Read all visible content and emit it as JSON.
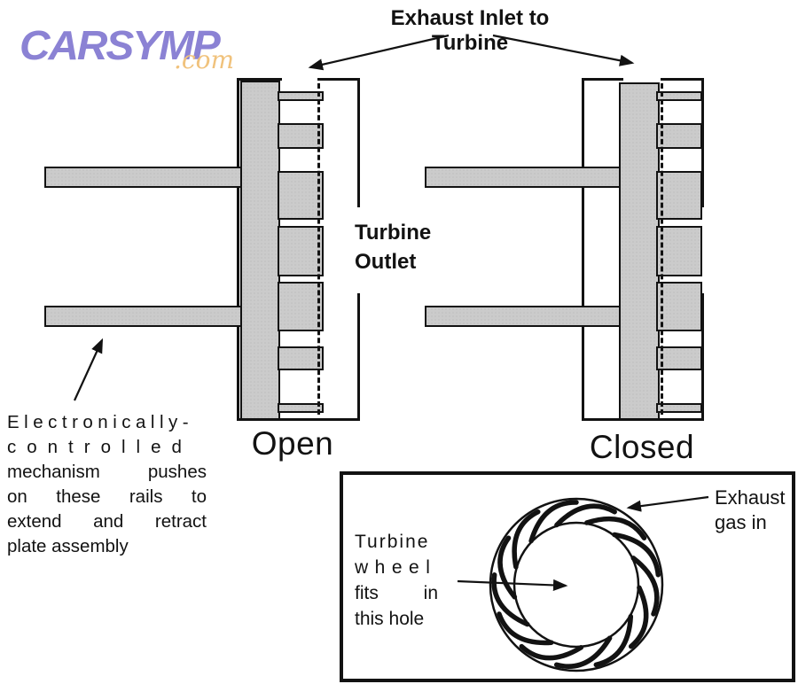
{
  "logo": {
    "brand": "CARSYMP",
    "tld": ".com"
  },
  "captions": {
    "exhaust_inlet": "Exhaust Inlet to Turbine",
    "turbine_outlet": [
      "Turbine",
      "Outlet"
    ],
    "open_label": "Open",
    "closed_label": "Closed",
    "mechanism": [
      "Electronically-",
      "controlled",
      "mechanism pushes",
      "on these rails to",
      "extend and retract",
      "plate assembly"
    ],
    "wheel": [
      "Turbine",
      "wheel",
      "fits in",
      "this hole"
    ],
    "exhaust_gas": [
      "Exhaust",
      "gas in"
    ]
  },
  "wheel": {
    "blade_count": 13
  },
  "colors": {
    "metal": "#cbcbcb",
    "line": "#121212",
    "brand-purple": "#8b82d4",
    "brand-orange": "#f0c27c"
  }
}
